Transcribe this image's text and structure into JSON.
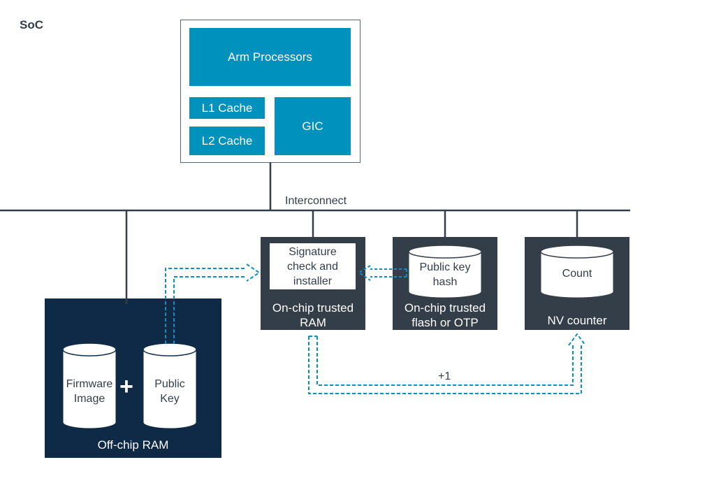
{
  "soc_label": "SoC",
  "cpu": {
    "processors": "Arm Processors",
    "l1": "L1 Cache",
    "l2": "L2 Cache",
    "gic": "GIC"
  },
  "interconnect": "Interconnect",
  "trusted_ram": {
    "inner": [
      "Signature",
      "check and",
      "installer"
    ],
    "caption": [
      "On-chip trusted",
      "RAM"
    ]
  },
  "trusted_flash": {
    "cylinder": [
      "Public key",
      "hash"
    ],
    "caption": [
      "On-chip trusted",
      "flash or OTP"
    ]
  },
  "nv_counter": {
    "cylinder": "Count",
    "caption": "NV counter"
  },
  "offchip": {
    "firmware": [
      "Firmware",
      "Image"
    ],
    "plus": "+",
    "public_key": [
      "Public",
      "Key"
    ],
    "caption": "Off-chip RAM"
  },
  "increment_label": "+1",
  "colors": {
    "blue": "#0091bd",
    "dark": "#333e48",
    "navy": "#0f2a47",
    "arrow": "#0b8fc2"
  }
}
